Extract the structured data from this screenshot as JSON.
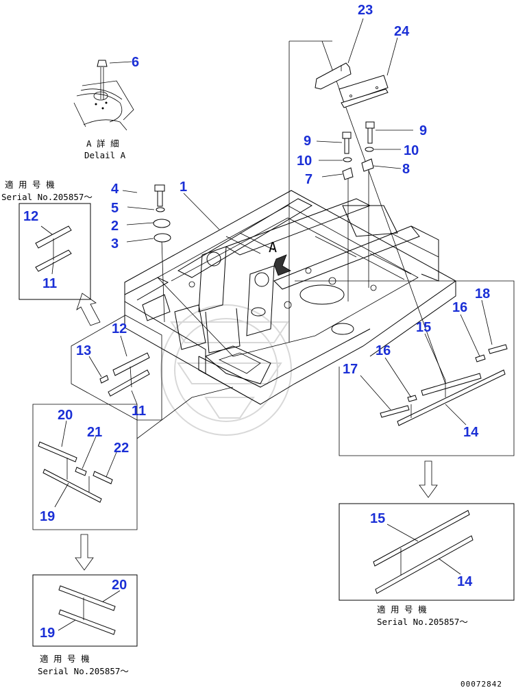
{
  "callouts": {
    "c1": "1",
    "c2": "2",
    "c3": "3",
    "c4": "4",
    "c5": "5",
    "c6": "6",
    "c7": "7",
    "c8": "8",
    "c9a": "9",
    "c9b": "9",
    "c10a": "10",
    "c10b": "10",
    "c11a": "11",
    "c11b": "11",
    "c12a": "12",
    "c12b": "12",
    "c13": "13",
    "c14a": "14",
    "c14b": "14",
    "c15a": "15",
    "c15b": "15",
    "c16a": "16",
    "c16b": "16",
    "c17": "17",
    "c18": "18",
    "c19a": "19",
    "c19b": "19",
    "c20a": "20",
    "c20b": "20",
    "c21": "21",
    "c22": "22",
    "c23": "23",
    "c24": "24"
  },
  "labels": {
    "detail_a_jp": "A 詳 細",
    "detail_a_en": "Delail A",
    "view_a_letter": "A",
    "applicable_jp": "適 用 号 機",
    "serial_note": "Serial No.205857～"
  },
  "drawing_code": "00072842",
  "colors": {
    "callout": "#1a2fd6",
    "line": "#000000",
    "watermark": "#d8d8d8"
  }
}
